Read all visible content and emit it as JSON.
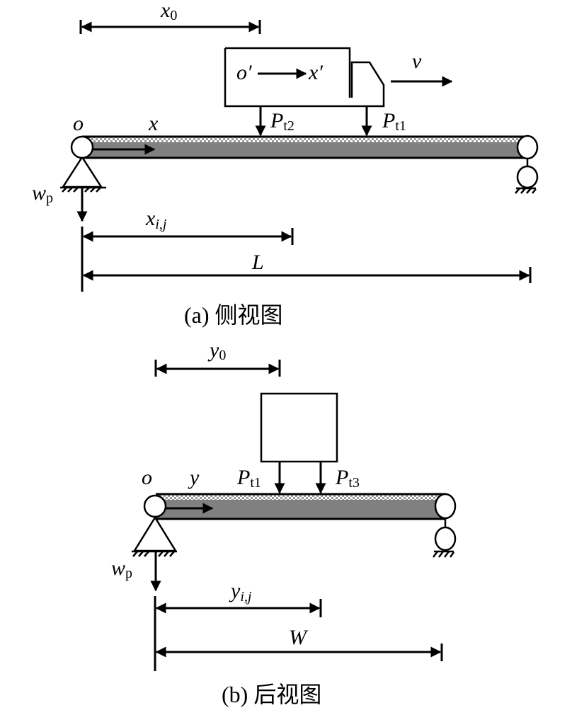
{
  "side_view": {
    "caption": "(a)  侧视图",
    "x0_label": "x",
    "x0_sub": "0",
    "vehicle_local_origin": "o′",
    "vehicle_local_axis": "x′",
    "velocity_label": "v",
    "origin_label": "o",
    "axis_label": "x",
    "load_rear_label": "P",
    "load_rear_sub": "t2",
    "load_front_label": "P",
    "load_front_sub": "t1",
    "support_disp_label": "w",
    "support_disp_sub": "p",
    "xij_label": "x",
    "xij_sub": "i,j",
    "length_label": "L"
  },
  "rear_view": {
    "caption": "(b)  后视图",
    "y0_label": "y",
    "y0_sub": "0",
    "origin_label": "o",
    "axis_label": "y",
    "load_left_label": "P",
    "load_left_sub": "t1",
    "load_right_label": "P",
    "load_right_sub": "t3",
    "support_disp_label": "w",
    "support_disp_sub": "p",
    "yij_label": "y",
    "yij_sub": "i,j",
    "width_label": "W"
  },
  "colors": {
    "beam_fill": "#808080",
    "deck_pattern_light": "#ffffff",
    "deck_pattern_dark": "#9a9a9a",
    "stroke": "#000000"
  }
}
